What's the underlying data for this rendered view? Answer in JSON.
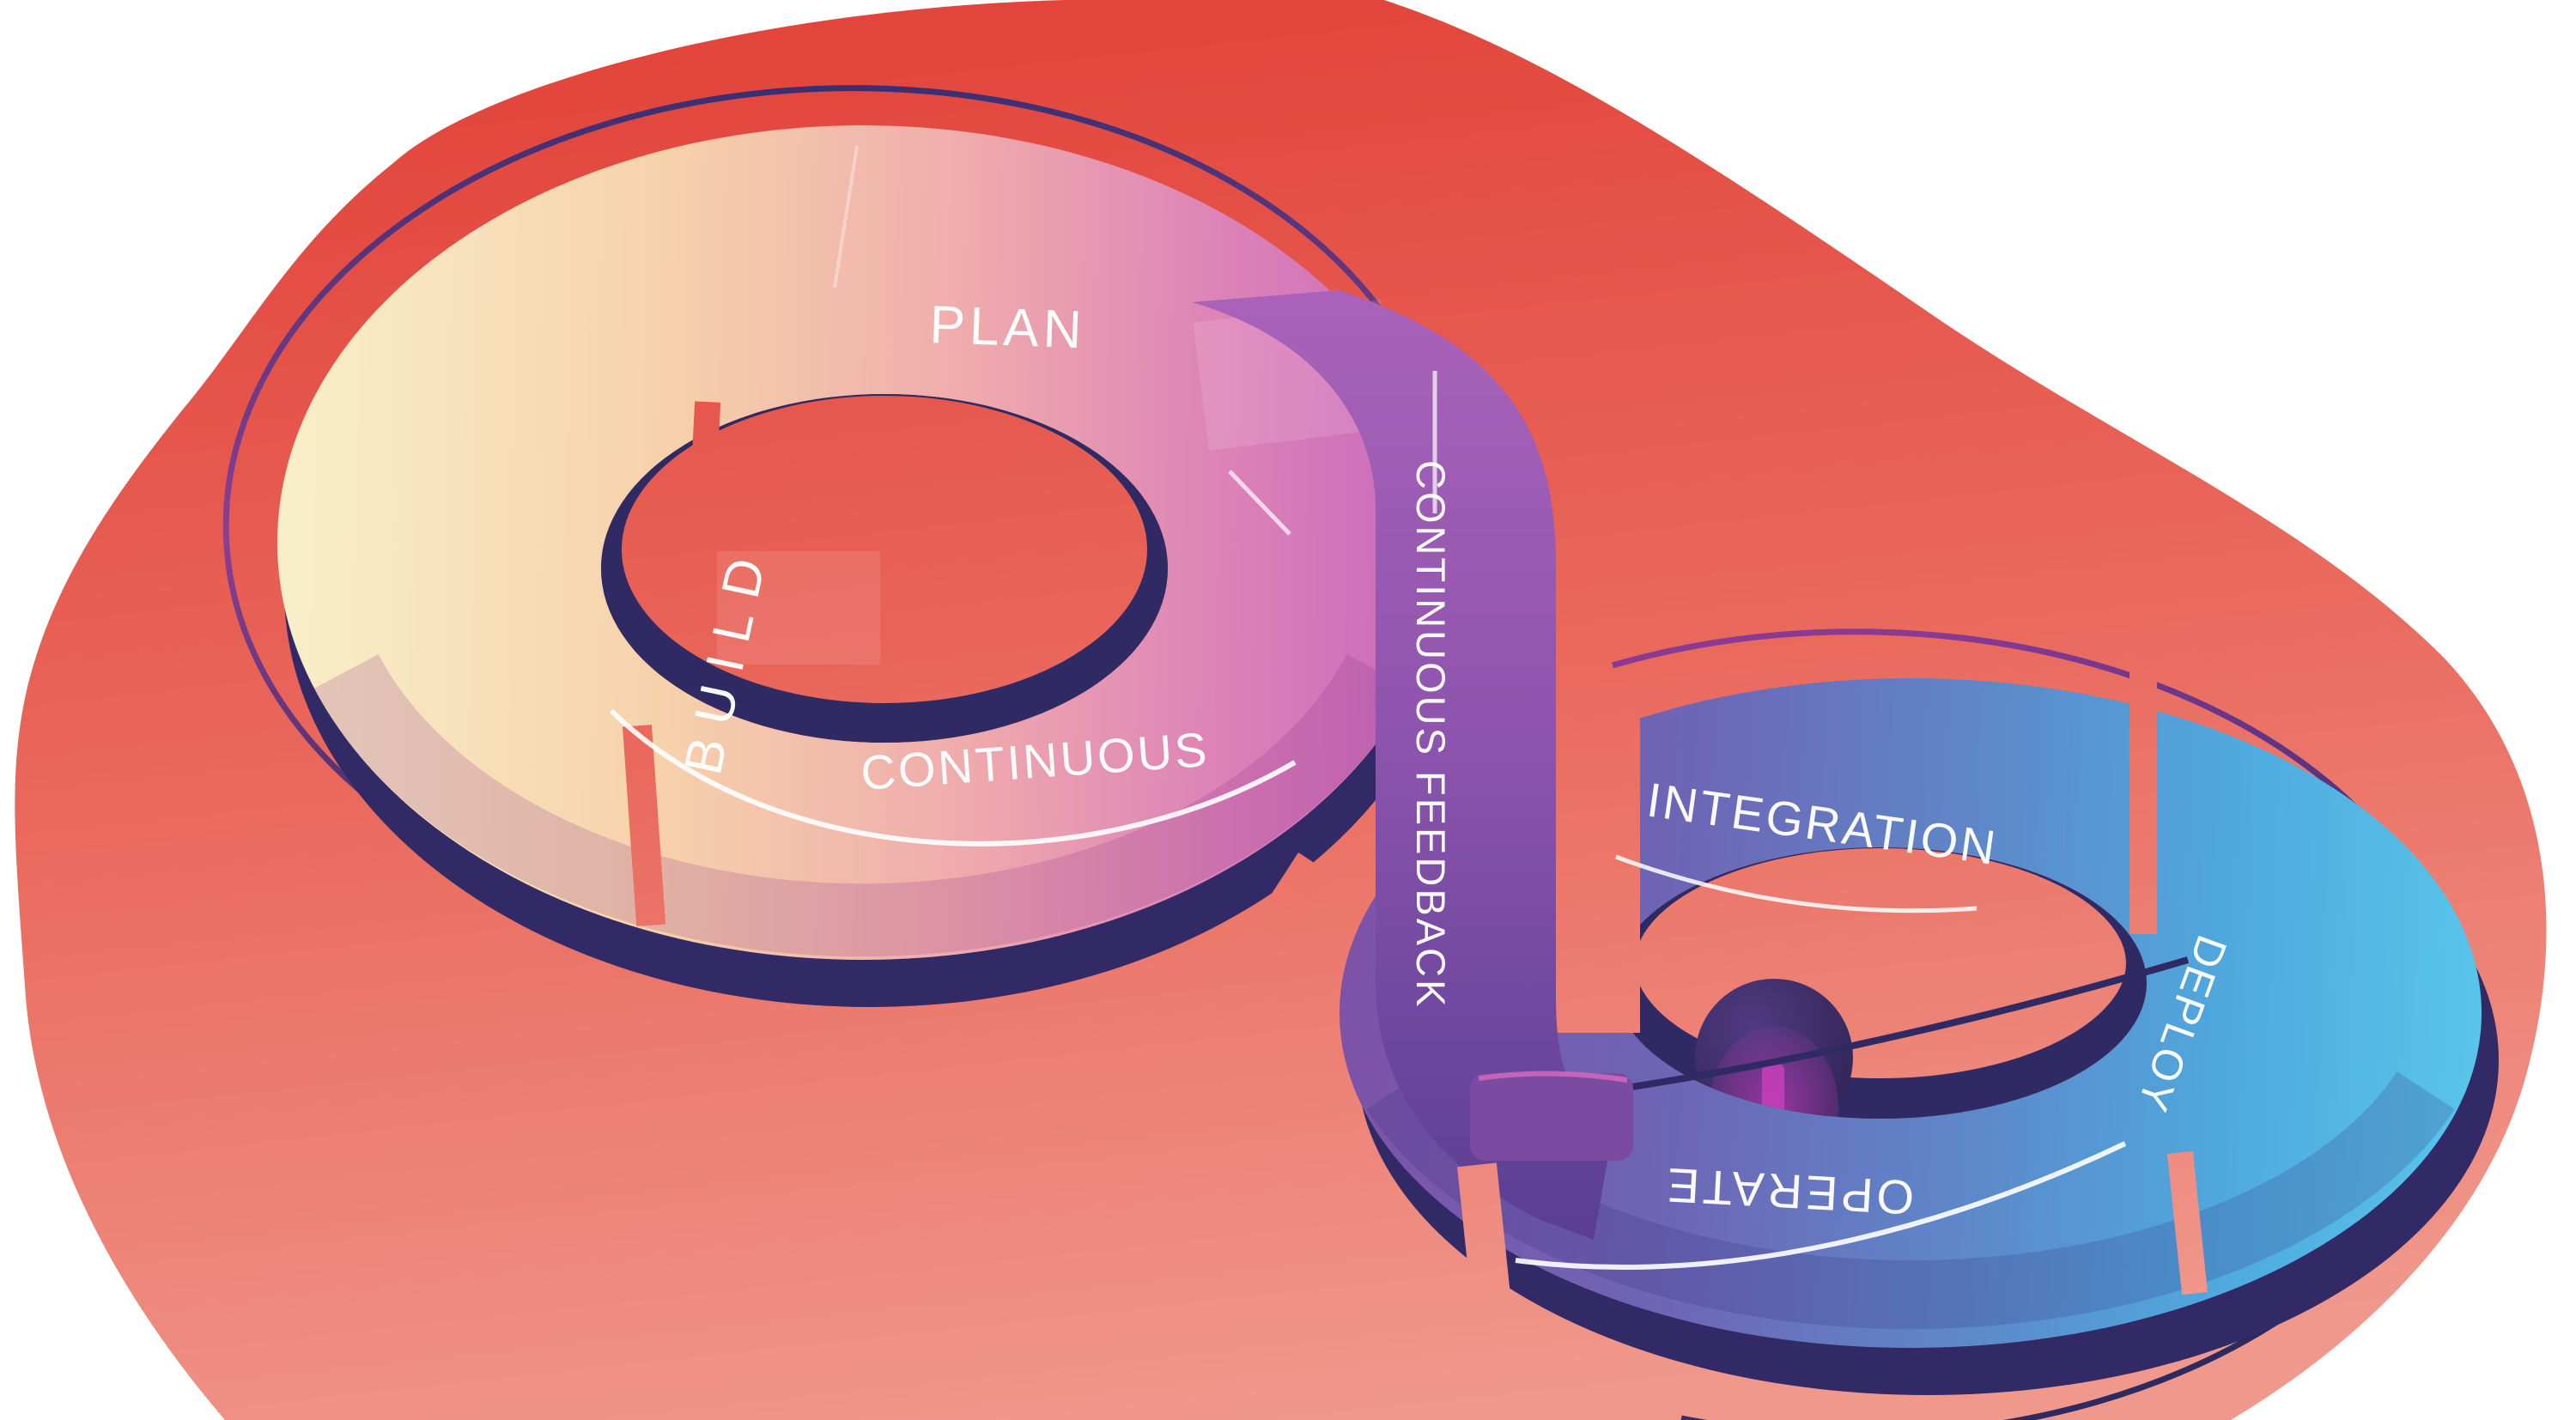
{
  "diagram": {
    "type": "devops-infinity-loop-illustration",
    "labels": {
      "plan": "PLAN",
      "build": "BUILD",
      "continuous": "CONTINUOUS",
      "continuous_feedback": "CONTINUOUS FEEDBACK",
      "integration": "INTEGRATION",
      "deploy": "DEPLOY",
      "operate": "OPERATE"
    },
    "colors": {
      "blob_top": "#e2453c",
      "blob_mid": "#ea6a5e",
      "blob_bottom": "#f0988c",
      "left_ring_cream": "#f8efc8",
      "left_ring_sand": "#f6d2ab",
      "left_ring_peach": "#efabac",
      "left_ring_pink": "#dc82b8",
      "left_ring_magenta": "#c667bb",
      "right_ring_purple": "#7e52a6",
      "right_ring_violet": "#6d66b6",
      "right_ring_blue": "#5e87c9",
      "right_ring_sky": "#4fa9de",
      "right_ring_cyan": "#58c5ea",
      "band_top": "#aa62b9",
      "band_mid": "#8f55ae",
      "band_bottom": "#5a3f94",
      "navy_shadow": "#2f2a63",
      "navy_rim": "#322a66",
      "sphere_dark": "#332659",
      "sphere_light": "#4f3a80",
      "magenta_glow": "#c73fb8",
      "text_white": "#ffffff"
    }
  }
}
